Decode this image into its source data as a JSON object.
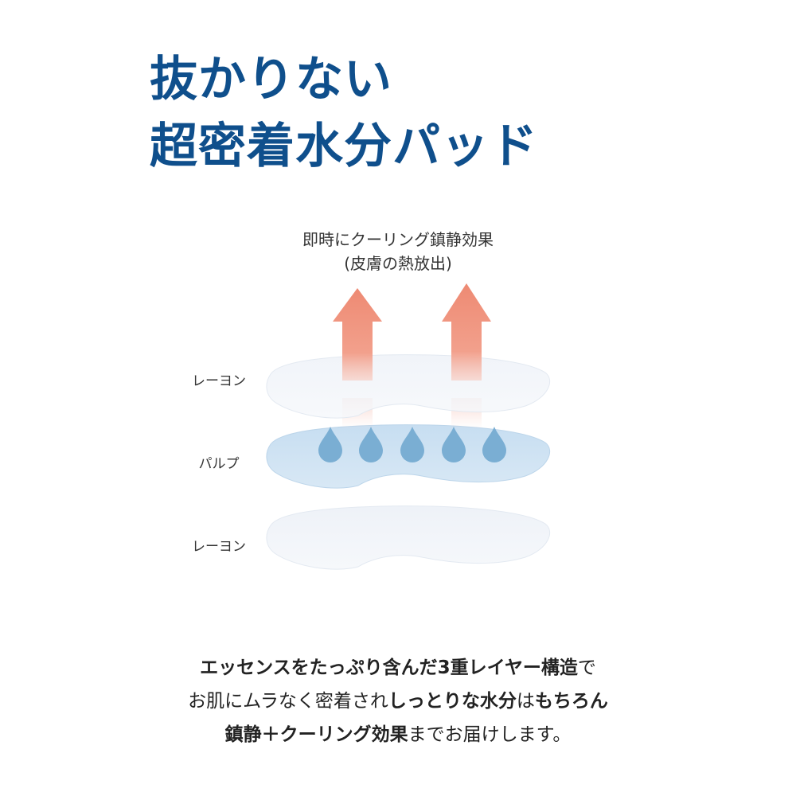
{
  "headline": {
    "line1": "抜かりない",
    "line2": "超密着水分パッド"
  },
  "effect_caption": {
    "line1": "即時にクーリング鎮静効果",
    "line2": "(皮膚の熱放出)"
  },
  "layers": [
    {
      "label": "レーヨン"
    },
    {
      "label": "パルプ"
    },
    {
      "label": "レーヨン"
    }
  ],
  "colors": {
    "headline": "#0f4f8c",
    "arrow": "#ee8a73",
    "drop": "#7aaed3",
    "pulp_layer": "#cfe3f3",
    "rayon_layer": "#eef2f8"
  },
  "description": {
    "line1": {
      "a": "エッセンスをたっぷり含んだ3重レイヤー構造",
      "b": "で"
    },
    "line2": {
      "a": "お肌にムラなく密着され",
      "b": "しっとりな水分",
      "c": "は",
      "d": "もちろん"
    },
    "line3": {
      "a": "鎮静＋クーリング効果",
      "b": "までお届けします。"
    }
  }
}
